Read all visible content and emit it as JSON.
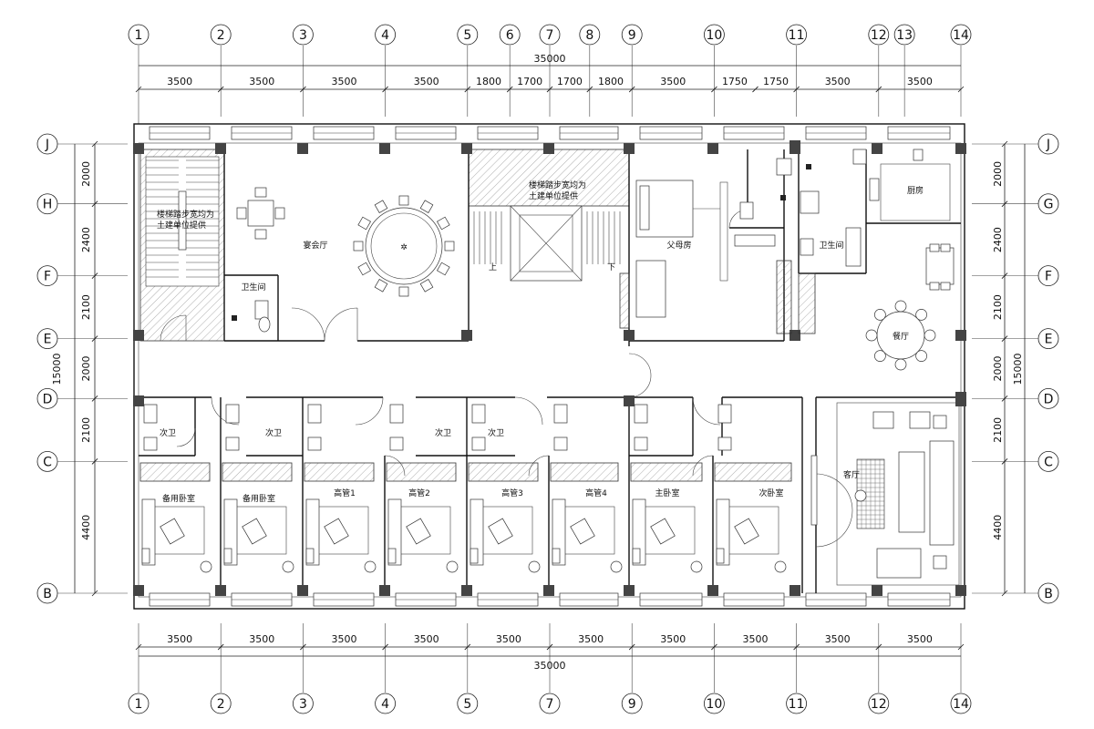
{
  "total_width_label": "35000",
  "total_height_label": "15000",
  "top_axes": [
    "1",
    "2",
    "3",
    "4",
    "5",
    "6",
    "7",
    "8",
    "9",
    "10",
    "11",
    "12",
    "13",
    "14"
  ],
  "bottom_axes": [
    "1",
    "2",
    "3",
    "4",
    "5",
    "7",
    "9",
    "10",
    "11",
    "12",
    "14"
  ],
  "left_axes": [
    "J",
    "H",
    "F",
    "E",
    "D",
    "C",
    "B"
  ],
  "right_axes": [
    "J",
    "G",
    "F",
    "E",
    "D",
    "C",
    "B"
  ],
  "top_dims": [
    "3500",
    "3500",
    "3500",
    "3500",
    "1800",
    "1700",
    "1700",
    "1800",
    "3500",
    "1750",
    "1750",
    "3500",
    "3500"
  ],
  "bottom_dims": [
    "3500",
    "3500",
    "3500",
    "3500",
    "3500",
    "3500",
    "3500",
    "3500",
    "3500",
    "3500"
  ],
  "left_dims": [
    "2000",
    "2400",
    "2100",
    "2000",
    "2100",
    "4400"
  ],
  "right_dims": [
    "2000",
    "2400",
    "2100",
    "2000",
    "2100",
    "4400"
  ],
  "rooms": {
    "banquet": "宴会厅",
    "wc_left": "卫生间",
    "parents": "父母房",
    "wc_right": "卫生间",
    "kitchen": "厨房",
    "dining": "餐厅",
    "spare1": "备用卧室",
    "spare2": "备用卧室",
    "exec1": "高管1",
    "exec2": "高管2",
    "exec3": "高管3",
    "exec4": "高管4",
    "master": "主卧室",
    "second": "次卧室",
    "living": "客厅",
    "bath1": "次卫",
    "bath2": "次卫",
    "bath3": "次卫",
    "bath4": "次卫"
  },
  "stair_notes": {
    "left_line1": "楼梯踏步宽均为",
    "left_line2": "土建单位提供",
    "mid_line1": "楼梯踏步宽均为",
    "mid_line2": "土建单位提供",
    "up": "上",
    "down": "下"
  }
}
